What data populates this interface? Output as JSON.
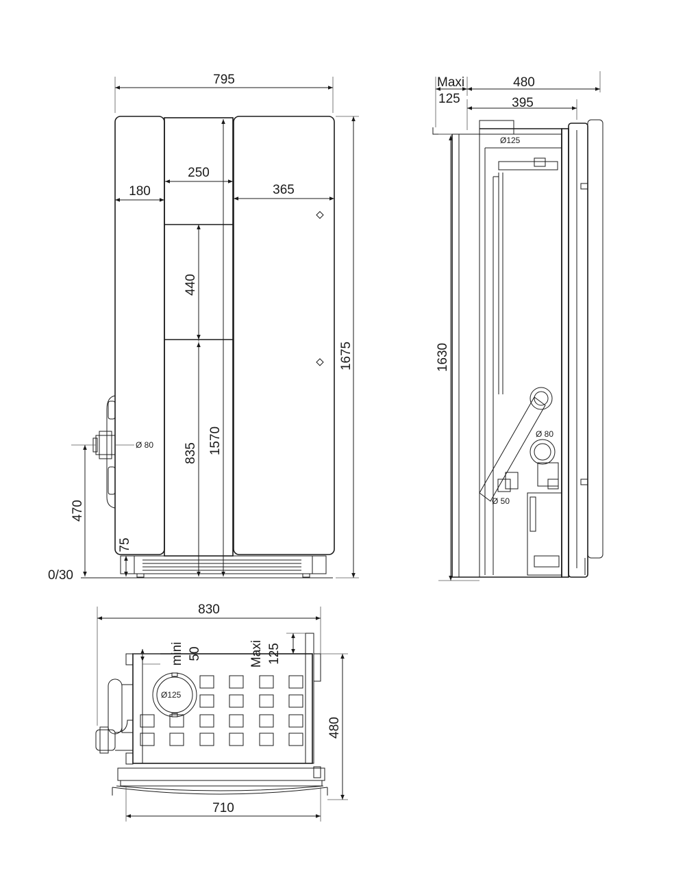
{
  "front_view": {
    "width_label": "795",
    "height_label": "1675",
    "left_panel_label": "180",
    "center_panel_label": "250",
    "right_panel_label": "365",
    "upper_section_label": "440",
    "lower_section_label": "835",
    "inner_height_label": "1570",
    "outlet_height_label": "470",
    "foot_height_label": "75",
    "floor_offset_label": "0/30",
    "outlet_diameter_label": "Ø 80"
  },
  "side_view": {
    "maxi_label": "Maxi",
    "maxi_value_label": "125",
    "depth_label": "480",
    "inner_depth_label": "395",
    "height_label": "1630",
    "flue_diameter_label": "Ø125",
    "inlet_diameter_label": "Ø 80",
    "pipe_diameter_label": "Ø 50"
  },
  "top_view": {
    "width_label": "830",
    "mini_label": "mini",
    "mini_value_label": "50",
    "maxi_label": "Maxi",
    "maxi_value_label": "125",
    "flue_diameter_label": "Ø125",
    "depth_label": "480",
    "base_width_label": "710"
  }
}
